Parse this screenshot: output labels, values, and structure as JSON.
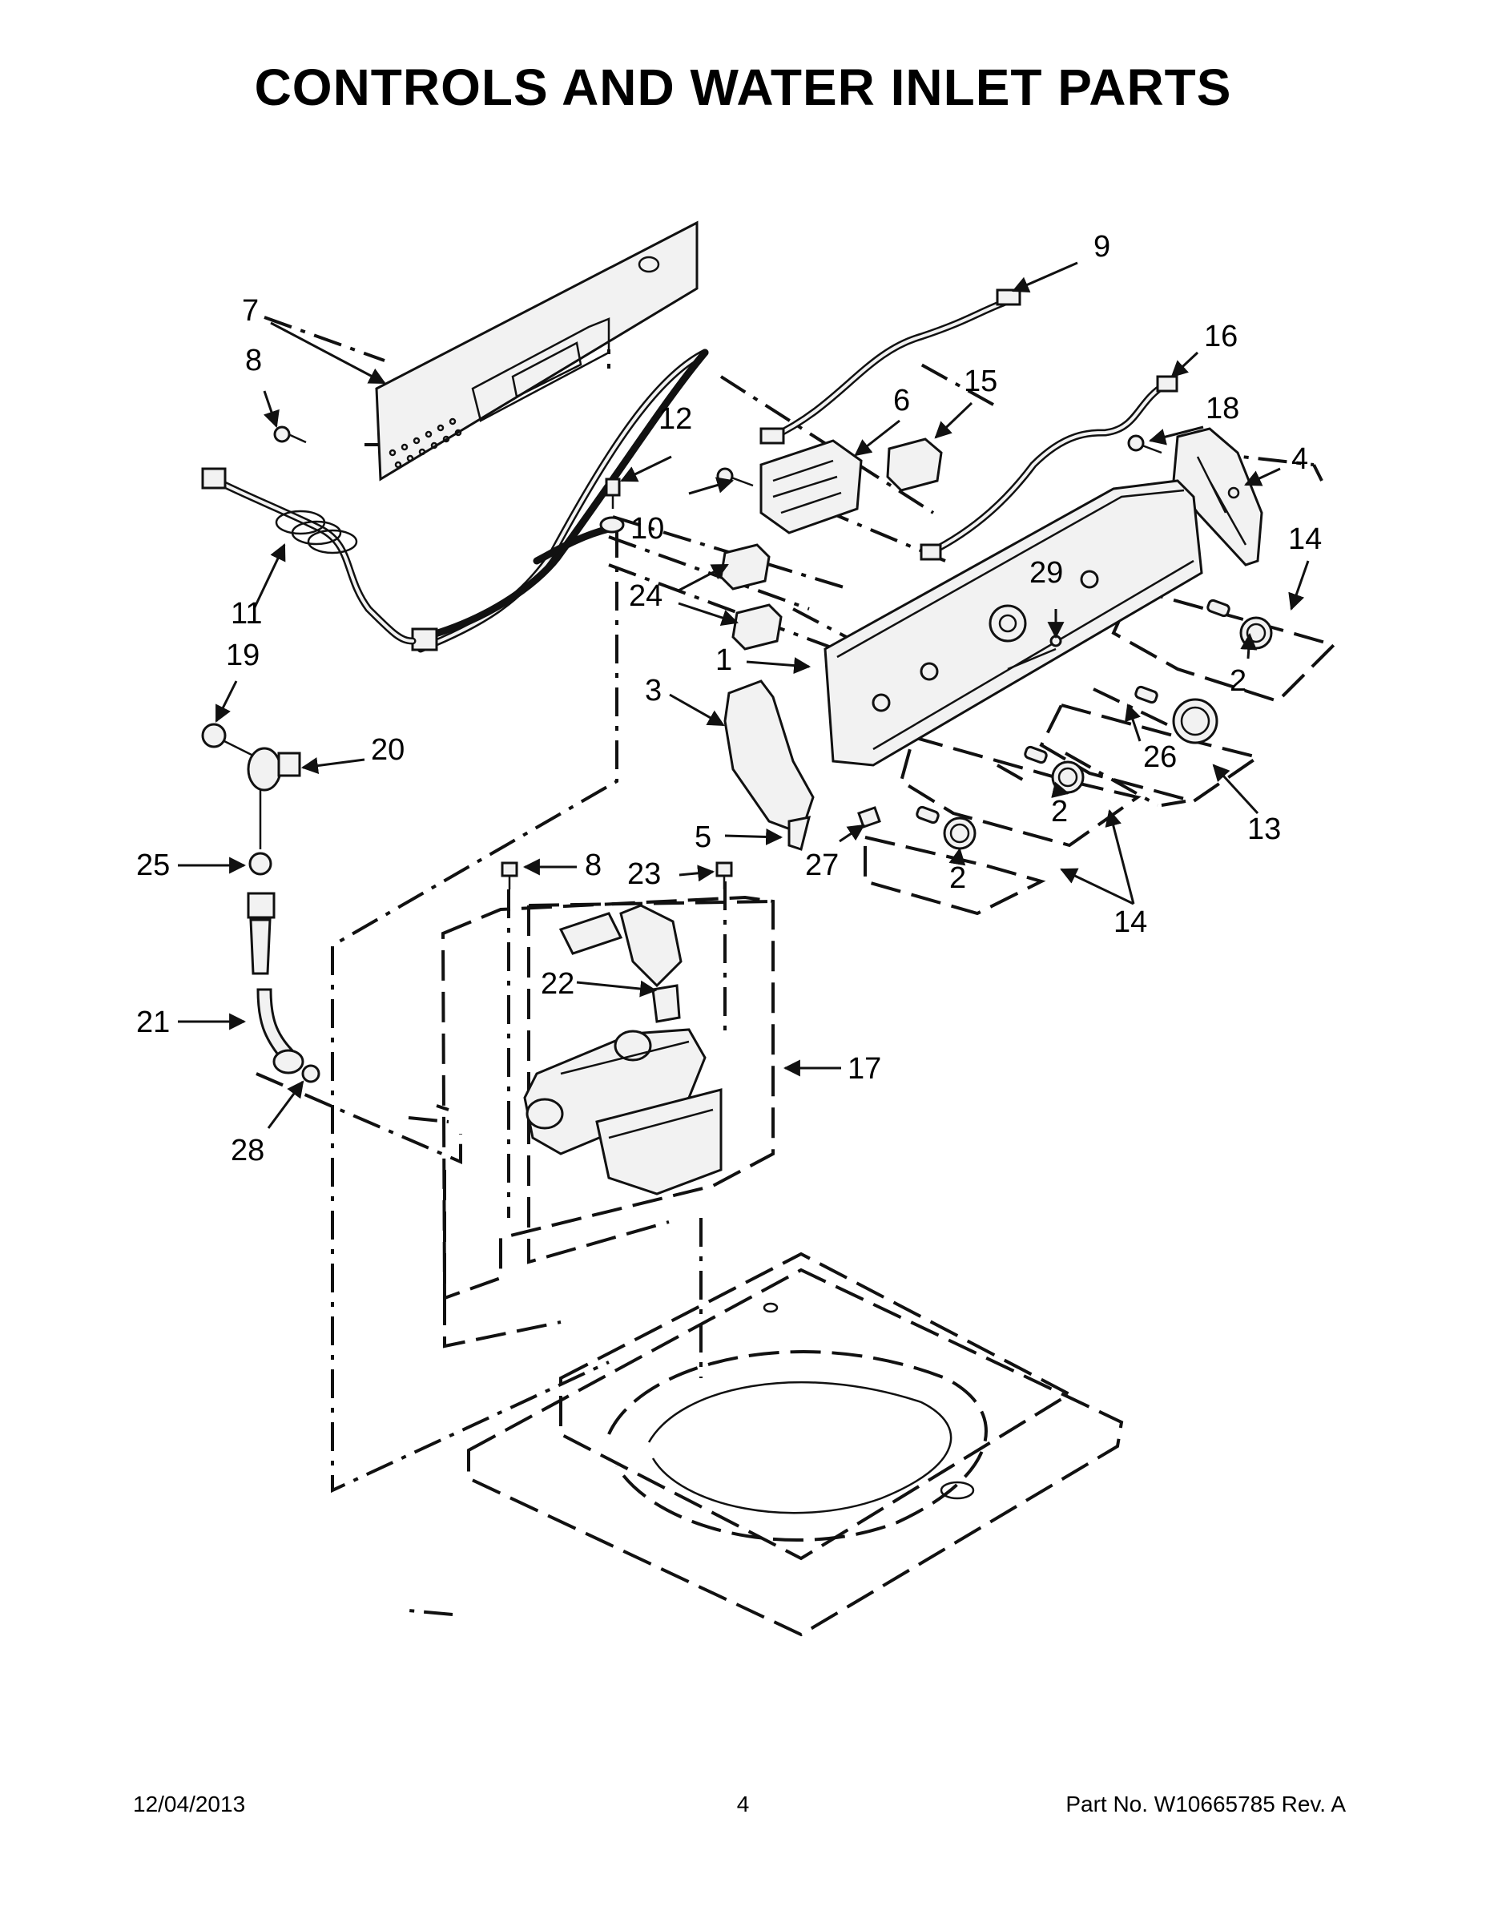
{
  "page": {
    "title": "CONTROLS AND WATER INLET PARTS",
    "footer": {
      "date": "12/04/2013",
      "page_number": "4",
      "part_number": "Part No.  W10665785  Rev.  A"
    }
  },
  "callouts": [
    {
      "id": "c7",
      "label": "7"
    },
    {
      "id": "c8a",
      "label": "8"
    },
    {
      "id": "c8b",
      "label": "8"
    },
    {
      "id": "c9",
      "label": "9"
    },
    {
      "id": "c16",
      "label": "16"
    },
    {
      "id": "c15",
      "label": "15"
    },
    {
      "id": "c6",
      "label": "6"
    },
    {
      "id": "c18",
      "label": "18"
    },
    {
      "id": "c4",
      "label": "4"
    },
    {
      "id": "c12",
      "label": "12"
    },
    {
      "id": "c10",
      "label": "10"
    },
    {
      "id": "c11",
      "label": "11"
    },
    {
      "id": "c19",
      "label": "19"
    },
    {
      "id": "c20",
      "label": "20"
    },
    {
      "id": "c24",
      "label": "24"
    },
    {
      "id": "c1",
      "label": "1"
    },
    {
      "id": "c3",
      "label": "3"
    },
    {
      "id": "c29",
      "label": "29"
    },
    {
      "id": "c14a",
      "label": "14"
    },
    {
      "id": "c14b",
      "label": "14"
    },
    {
      "id": "c2a",
      "label": "2"
    },
    {
      "id": "c2b",
      "label": "2"
    },
    {
      "id": "c2c",
      "label": "2"
    },
    {
      "id": "c26",
      "label": "26"
    },
    {
      "id": "c13",
      "label": "13"
    },
    {
      "id": "c5",
      "label": "5"
    },
    {
      "id": "c27",
      "label": "27"
    },
    {
      "id": "c23",
      "label": "23"
    },
    {
      "id": "c25",
      "label": "25"
    },
    {
      "id": "c22",
      "label": "22"
    },
    {
      "id": "c21",
      "label": "21"
    },
    {
      "id": "c17",
      "label": "17"
    },
    {
      "id": "c28",
      "label": "28"
    }
  ]
}
